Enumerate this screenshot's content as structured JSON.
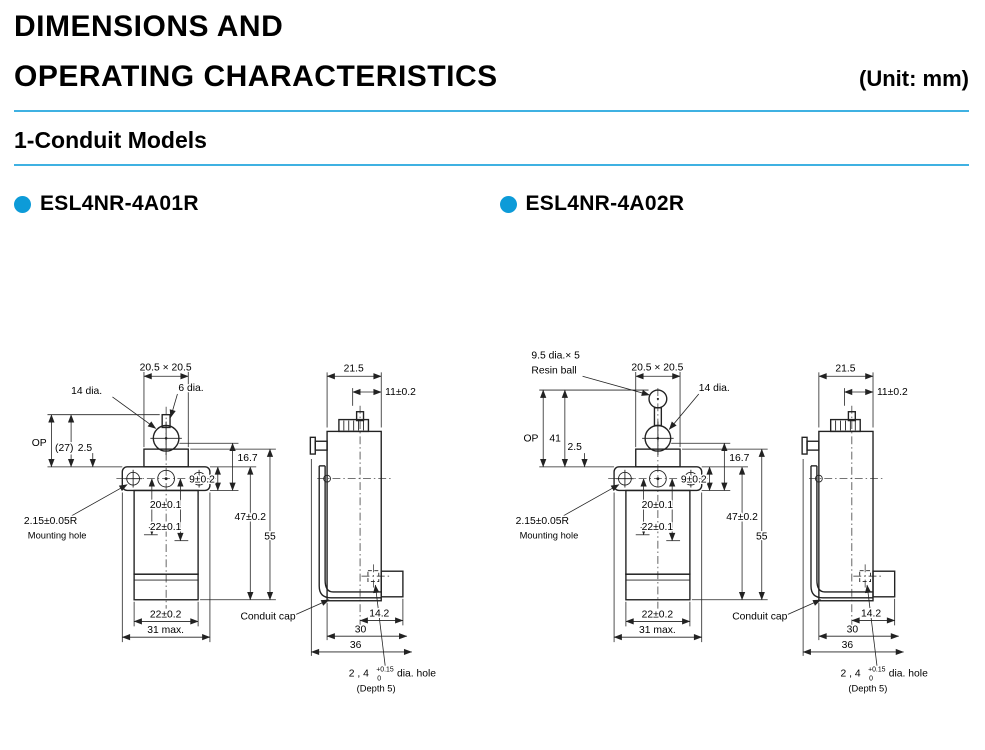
{
  "header": {
    "title_line1": "DIMENSIONS AND",
    "title_line2": "OPERATING CHARACTERISTICS",
    "unit_note": "(Unit: mm)"
  },
  "section": {
    "title": "1-Conduit Models"
  },
  "colors": {
    "accent_blue": "#0d9bd8",
    "rule_blue": "#3fb1e2",
    "line": "#222222"
  },
  "models": [
    {
      "name": "ESL4NR-4A01R",
      "front": {
        "head_dim": "20.5 × 20.5",
        "roller_dia": "14 dia.",
        "pin_dia": "6 dia.",
        "op": "OP",
        "op_ref": "(27)",
        "pretravel": "2.5",
        "dim_9": "9±0.2",
        "dim_16_7": "16.7",
        "dim_20": "20±0.1",
        "dim_22": "22±0.1",
        "dim_47": "47±0.2",
        "dim_55": "55",
        "mount_radius": "2.15±0.05R",
        "mount_label": "Mounting hole",
        "base_width": "22±0.2",
        "overall_width": "31 max."
      },
      "side": {
        "dim_21_5": "21.5",
        "dim_11": "11±0.2",
        "conduit_cap": "Conduit cap",
        "dim_14_2": "14.2",
        "dim_30": "30",
        "dim_36": "36",
        "hole_prefix": "2 , 4",
        "hole_tol_plus": "+0.15",
        "hole_tol_zero": "0",
        "hole_suffix": "dia. hole",
        "hole_depth": "(Depth 5)"
      }
    },
    {
      "name": "ESL4NR-4A02R",
      "front": {
        "ball_dia": "9.5 dia.× 5",
        "ball_label": "Resin ball",
        "head_dim": "20.5 × 20.5",
        "roller_dia": "14 dia.",
        "op": "OP",
        "dim_41": "41",
        "pretravel": "2.5",
        "dim_9": "9±0.2",
        "dim_16_7": "16.7",
        "dim_20": "20±0.1",
        "dim_22": "22±0.1",
        "dim_47": "47±0.2",
        "dim_55": "55",
        "mount_radius": "2.15±0.05R",
        "mount_label": "Mounting hole",
        "base_width": "22±0.2",
        "overall_width": "31 max."
      },
      "side": {
        "dim_21_5": "21.5",
        "dim_11": "11±0.2",
        "conduit_cap": "Conduit cap",
        "dim_14_2": "14.2",
        "dim_30": "30",
        "dim_36": "36",
        "hole_prefix": "2 , 4",
        "hole_tol_plus": "+0.15",
        "hole_tol_zero": "0",
        "hole_suffix": "dia. hole",
        "hole_depth": "(Depth 5)"
      }
    }
  ]
}
